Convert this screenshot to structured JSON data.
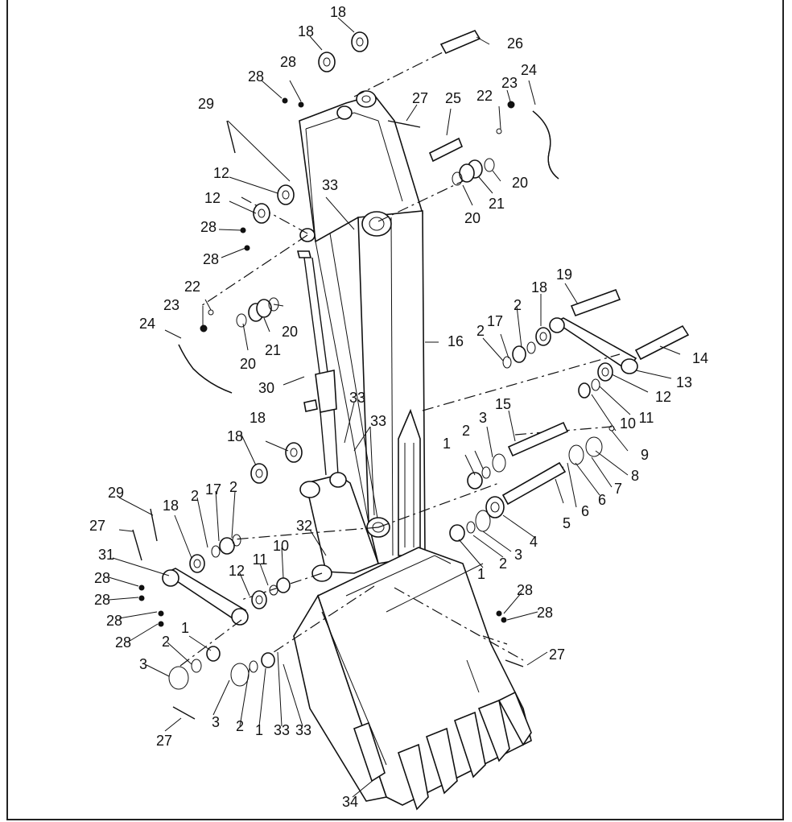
{
  "diagram": {
    "labels": [
      "18",
      "18",
      "26",
      "28",
      "28",
      "27",
      "25",
      "23",
      "24",
      "29",
      "22",
      "12",
      "33",
      "20",
      "21",
      "20",
      "12",
      "28",
      "28",
      "22",
      "23",
      "20",
      "21",
      "20",
      "24",
      "16",
      "19",
      "2",
      "18",
      "17",
      "2",
      "14",
      "13",
      "12",
      "11",
      "10",
      "9",
      "30",
      "33",
      "33",
      "18",
      "15",
      "3",
      "2",
      "1",
      "8",
      "7",
      "6",
      "6",
      "5",
      "4",
      "3",
      "2",
      "1",
      "18",
      "29",
      "27",
      "18",
      "2",
      "17",
      "2",
      "32",
      "31",
      "11",
      "10",
      "12",
      "28",
      "28",
      "28",
      "28",
      "1",
      "2",
      "3",
      "3",
      "2",
      "1",
      "33",
      "33",
      "27",
      "28",
      "28",
      "27",
      "34"
    ]
  }
}
